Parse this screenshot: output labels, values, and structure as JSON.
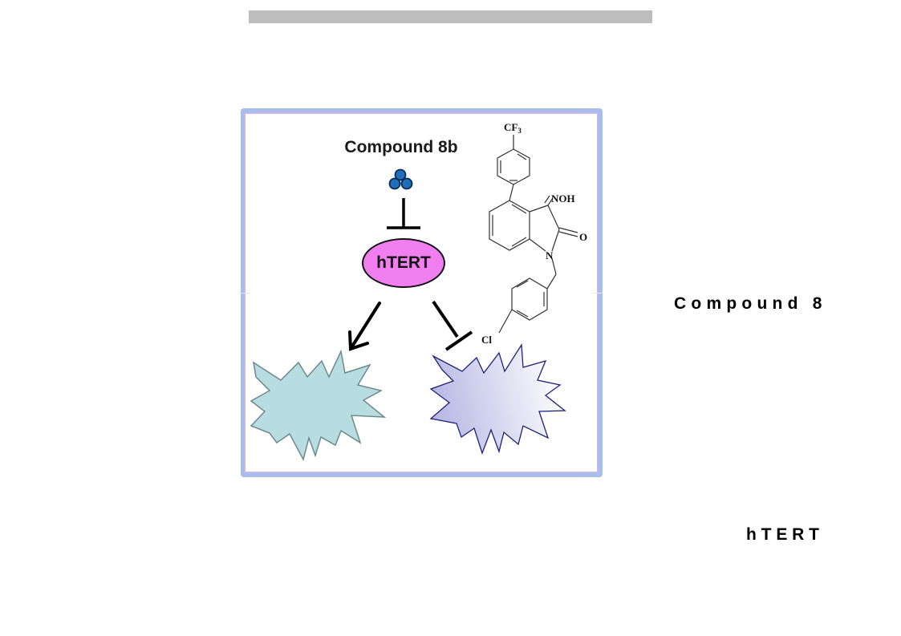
{
  "diagram": {
    "compound_label": "Compound 8b",
    "target_label": "hTERT",
    "structure_labels": {
      "cf3": "CF",
      "cf3_sub": "3",
      "noh": "NOH",
      "oxygen": "O",
      "nitrogen": "N",
      "chlorine": "Cl"
    },
    "colors": {
      "frame": "#a9bdea",
      "htert_fill": "#f27ff0",
      "molecule_dots": "#1e6fb8",
      "left_burst": "#b8dde0",
      "right_burst_edge": "#1f1f7a"
    }
  },
  "side_text": {
    "compound": "C o m p o u n d   8",
    "htert": "h T E R T"
  }
}
